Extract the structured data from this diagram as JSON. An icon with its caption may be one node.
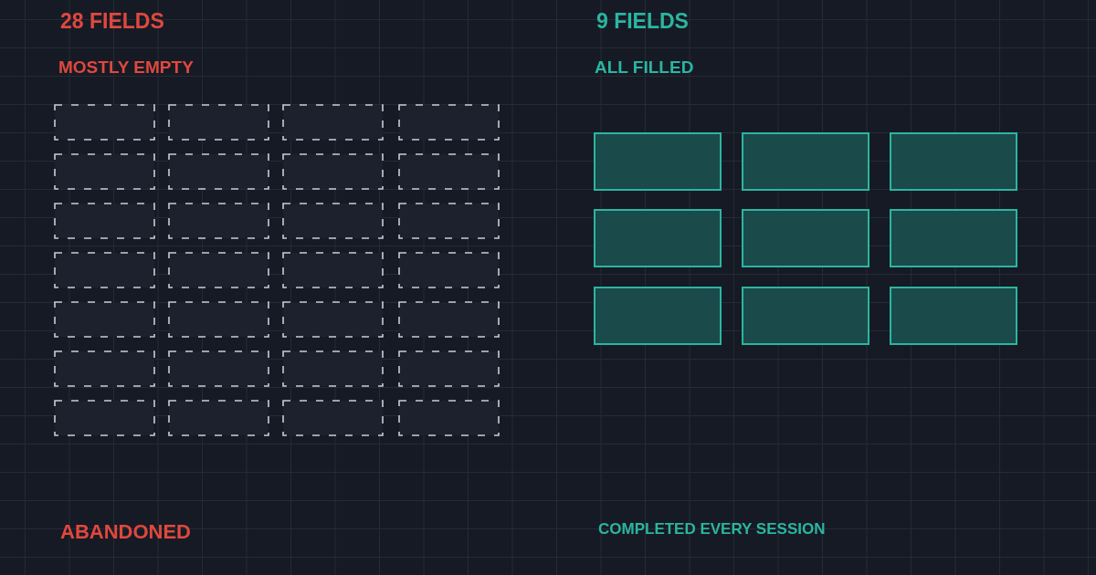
{
  "diagram": {
    "nodes": [
      {
        "text": [],
        "shape": "box"
      },
      {
        "text": [],
        "shape": "box"
      },
      {
        "text": [],
        "shape": "box"
      },
      {
        "text": [],
        "shape": "box"
      },
      {
        "text": [],
        "shape": "box"
      },
      {
        "text": [],
        "shape": "box"
      },
      {
        "text": [],
        "shape": "box"
      },
      {
        "text": [],
        "shape": "box"
      },
      {
        "text": [],
        "shape": "box"
      },
      {
        "text": [],
        "shape": "box"
      },
      {
        "text": [],
        "shape": "box"
      },
      {
        "text": [],
        "shape": "box"
      },
      {
        "text": [],
        "shape": "box"
      },
      {
        "text": [],
        "shape": "box"
      },
      {
        "text": [],
        "shape": "box"
      },
      {
        "text": [],
        "shape": "box"
      },
      {
        "text": [],
        "shape": "box"
      },
      {
        "text": [],
        "shape": "box"
      },
      {
        "text": [],
        "shape": "box"
      },
      {
        "text": [],
        "shape": "box"
      },
      {
        "text": [],
        "shape": "box"
      },
      {
        "text": [],
        "shape": "box"
      },
      {
        "text": [],
        "shape": "box"
      },
      {
        "text": [],
        "shape": "box"
      },
      {
        "text": [],
        "shape": "box"
      },
      {
        "text": [],
        "shape": "box"
      },
      {
        "text": [],
        "shape": "box"
      },
      {
        "text": [],
        "shape": "box"
      },
      {
        "text": [],
        "shape": "box"
      },
      {
        "text": [],
        "shape": "box"
      },
      {
        "text": [],
        "shape": "box"
      },
      {
        "text": [],
        "shape": "box"
      },
      {
        "text": [],
        "shape": "box"
      },
      {
        "text": [],
        "shape": "box"
      },
      {
        "text": [],
        "shape": "box"
      },
      {
        "text": [],
        "shape": "box"
      },
      {
        "text": [],
        "shape": "box"
      }
    ],
    "labels": [
      "28 FIELDS",
      "9 FIELDS",
      "MOSTLY EMPTY",
      "ALL FILLED",
      "ABANDONED",
      "COMPLETED EVERY SESSION"
    ]
  }
}
